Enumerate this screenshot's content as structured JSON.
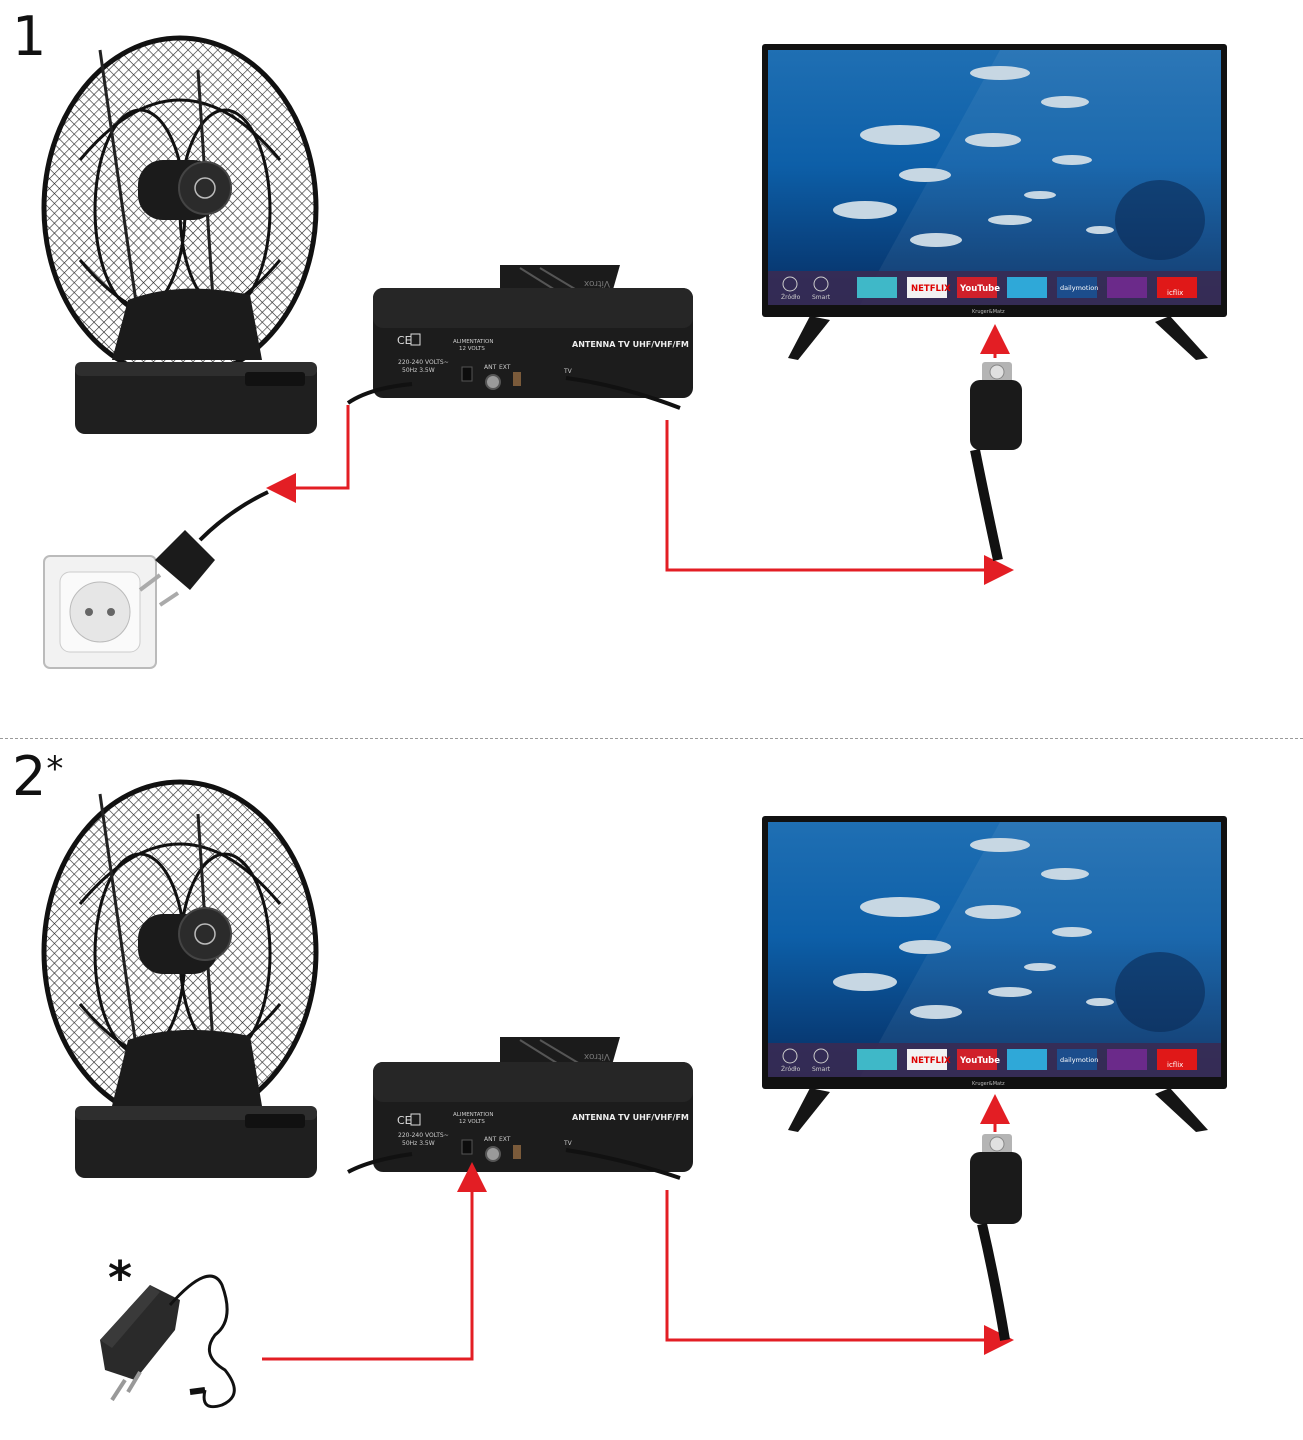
{
  "panels": [
    {
      "number": "1",
      "suffix": ""
    },
    {
      "number": "2",
      "suffix": "*"
    }
  ],
  "adapter_note": "*",
  "amplifier": {
    "title": "ANTENNA TV UHF/VHF/FM",
    "brand": "Vitrox",
    "power_info_1": "220-240 VOLTS~",
    "power_info_2": "50Hz 3.5W",
    "alimentation_1": "ALIMENTATION",
    "alimentation_2": "12 VOLTS",
    "port_ant": "ANT",
    "port_ext": "EXT",
    "port_tv": "TV",
    "cert": "CE"
  },
  "tv": {
    "brand": "Kruger&Matz",
    "apps": [
      {
        "label": "Źródło",
        "color": "#4d3a6f"
      },
      {
        "label": "Smart",
        "color": "#4d3a6f"
      },
      {
        "label": "",
        "color": "#3fb8c8"
      },
      {
        "label": "NETFLIX",
        "color": "#f2f2f2"
      },
      {
        "label": "YouTube",
        "color": "#d0202a"
      },
      {
        "label": "",
        "color": "#2fa8d8"
      },
      {
        "label": "dailymotion",
        "color": "#1c4d8c"
      },
      {
        "label": "",
        "color": "#6b2a8a"
      },
      {
        "label": "icflix",
        "color": "#e01818"
      }
    ]
  },
  "colors": {
    "arrow": "#e31e24",
    "device": "#1b1b1b"
  }
}
